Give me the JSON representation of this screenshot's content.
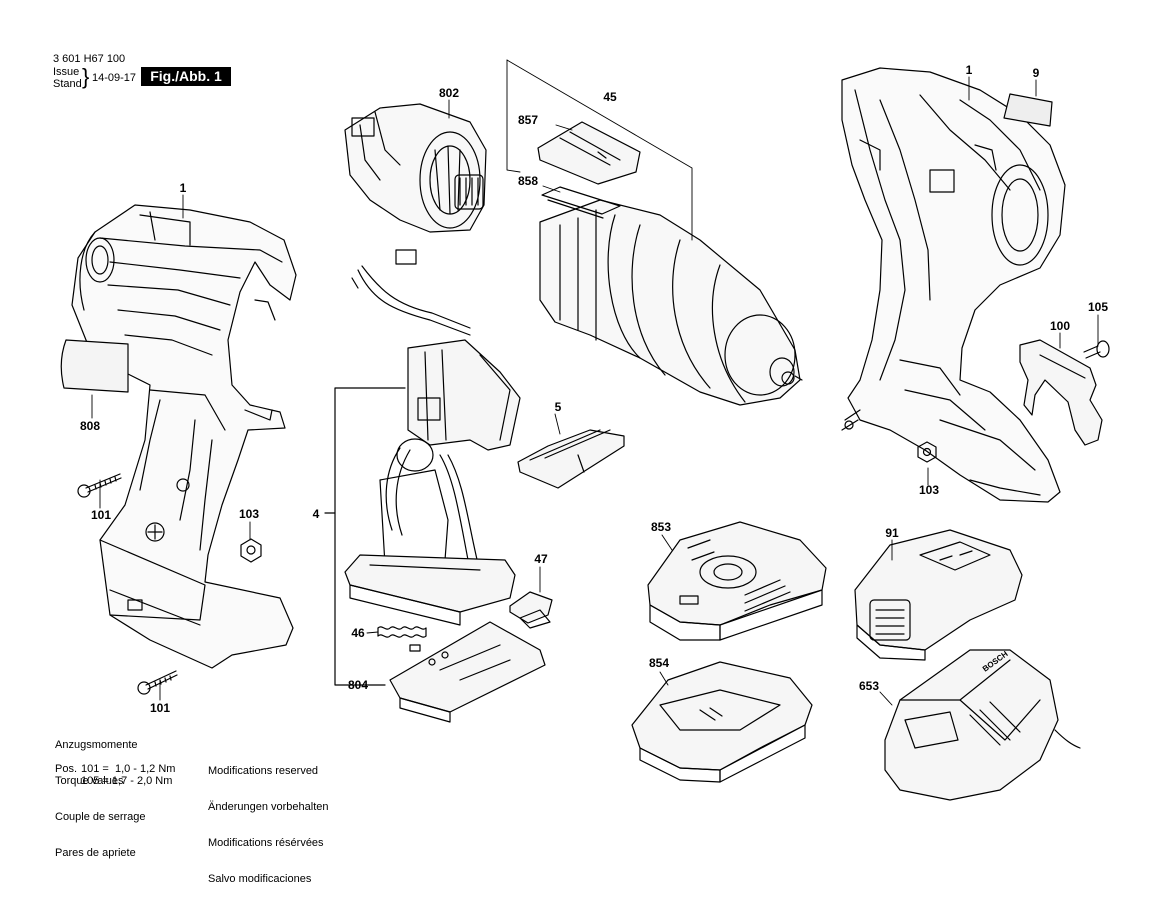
{
  "header": {
    "doc_number": "3 601 H67 100",
    "issue_label": "Issue",
    "stand_label": "Stand",
    "date": "14-09-17",
    "figure_label": "Fig./Abb. 1"
  },
  "torque_notes": {
    "lines": [
      "Anzugsmomente",
      "Torque values",
      "Couple de serrage",
      "Pares de apriete"
    ],
    "pos_prefix": "Pos.",
    "row1": "101 =  1,0 - 1,2 Nm",
    "row2": "105 = 1,7 - 2,0 Nm"
  },
  "modifications": {
    "lines": [
      "Modifications reserved",
      "Änderungen vorbehalten",
      "Modifications résérvées",
      "Salvo modificaciones"
    ]
  },
  "parts": {
    "p1_left": "1",
    "p808": "808",
    "p101_a": "101",
    "p101_b": "101",
    "p103_left": "103",
    "p802": "802",
    "p45": "45",
    "p857": "857",
    "p858": "858",
    "p4": "4",
    "p5": "5",
    "p47": "47",
    "p46": "46",
    "p804": "804",
    "p1_right": "1",
    "p9": "9",
    "p105": "105",
    "p100": "100",
    "p103_right": "103",
    "p853": "853",
    "p91": "91",
    "p854": "854",
    "p653": "653"
  },
  "charger_brand": "BOSCH"
}
